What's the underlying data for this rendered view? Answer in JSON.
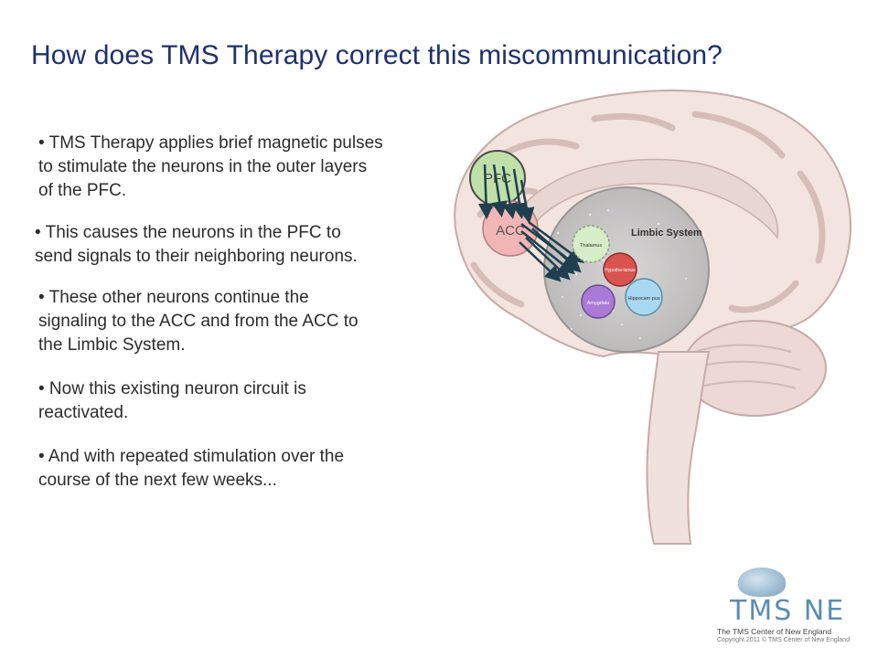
{
  "slide": {
    "title": "How does TMS Therapy correct this miscommunication?",
    "bullets": [
      "• TMS Therapy applies brief magnetic pulses\nto stimulate the neurons in the outer layers\nof the PFC.",
      "• This causes the neurons in the PFC to\nsend signals to their neighboring neurons.",
      "• These other neurons continue the\nsignaling to the ACC and from the ACC to\nthe Limbic System.",
      "• Now this existing neuron circuit is\nreactivated.",
      "• And with repeated stimulation over the\ncourse of the next few weeks..."
    ]
  },
  "diagram": {
    "pfc_label": "PFC",
    "acc_label": "ACC",
    "limbic_label": "Limbic System",
    "thalamus_label": "Thalamus",
    "hypothalamus_label": "Hypotha-lamus",
    "amygdala_label": "Amygdala",
    "hippocampus_label": "Hippocam pus",
    "colors": {
      "pfc": "#bfe0a8",
      "acc": "#f2b5b5",
      "thalamus": "#d6eec8",
      "hypothalamus": "#d9534f",
      "amygdala": "#a97bd6",
      "hippocampus": "#a9d8f2",
      "limbic_region": "#c9c9c9",
      "arrows": "#1f3f4f"
    }
  },
  "branding": {
    "logo_name": "TMS NE",
    "logo_sub": "The TMS Center of New England",
    "copyright": "Copyright 2011 © TMS Center of New England"
  }
}
